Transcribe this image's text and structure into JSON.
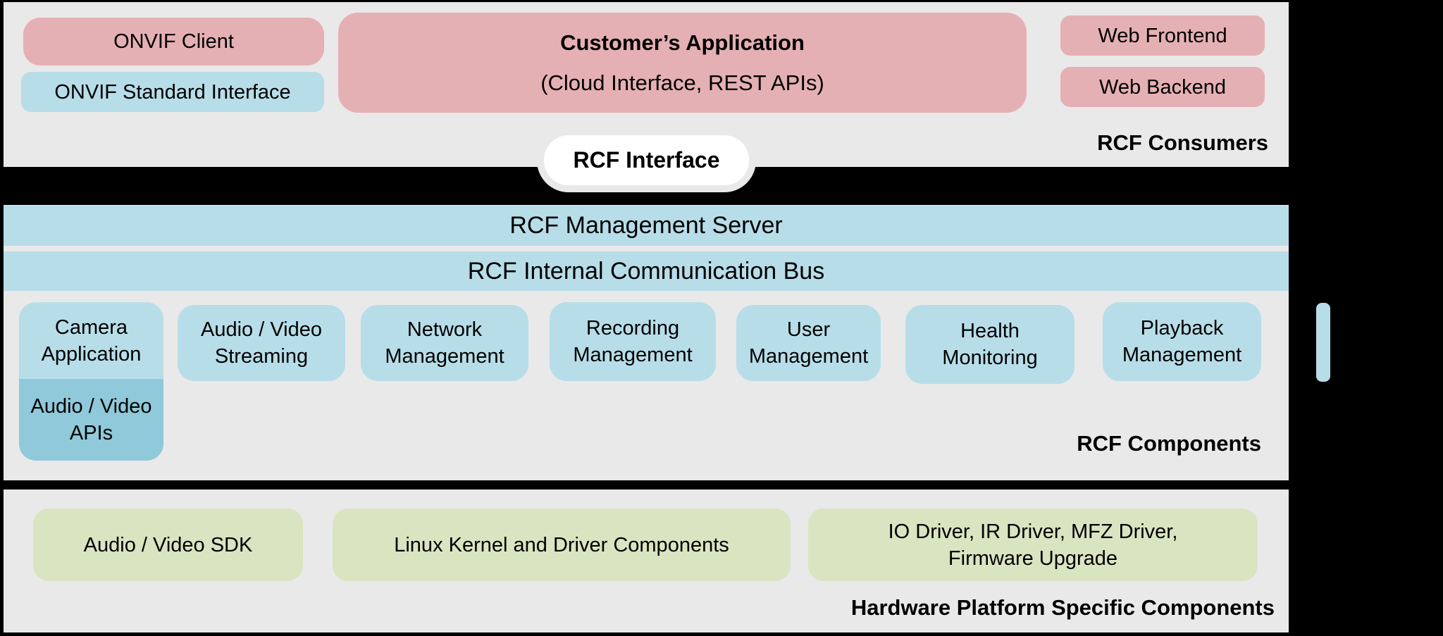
{
  "colors": {
    "bg": "#000000",
    "panel": "#e9e9e9",
    "pink": "#e5b0b4",
    "blue": "#b7dde9",
    "blue_dark": "#8fc9da",
    "green": "#d9e4c1",
    "white": "#ffffff",
    "text": "#000000"
  },
  "consumers": {
    "onvif_client": "ONVIF Client",
    "onvif_standard_interface": "ONVIF Standard Interface",
    "customer_app_title": "Customer’s Application",
    "customer_app_subtitle": "(Cloud Interface, REST APIs)",
    "web_frontend": "Web Frontend",
    "web_backend": "Web Backend",
    "section_label": "RCF Consumers"
  },
  "interface": {
    "label": "RCF Interface"
  },
  "rcf": {
    "management_server": "RCF Management Server",
    "communication_bus": "RCF Internal Communication Bus",
    "components": [
      {
        "label": "Camera\nApplication"
      },
      {
        "label": "Audio / Video\nStreaming"
      },
      {
        "label": "Network\nManagement"
      },
      {
        "label": "Recording\nManagement"
      },
      {
        "label": "User\nManagement"
      },
      {
        "label": "Health\nMonitoring"
      },
      {
        "label": "Playback\nManagement"
      }
    ],
    "audio_video_apis": "Audio / Video\nAPIs",
    "section_label": "RCF Components"
  },
  "hardware": {
    "audio_video_sdk": "Audio / Video SDK",
    "linux_kernel": "Linux Kernel and Driver Components",
    "io_driver": "IO Driver, IR Driver, MFZ Driver,\nFirmware Upgrade",
    "section_label": "Hardware Platform Specific Components"
  }
}
